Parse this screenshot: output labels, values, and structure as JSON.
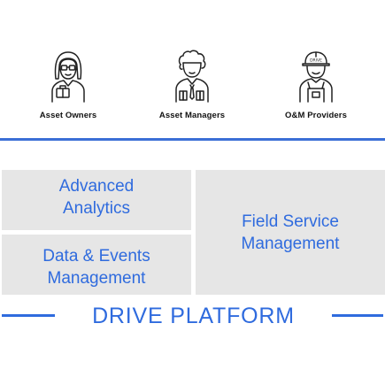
{
  "personas": [
    {
      "label": "Asset Owners",
      "icon": "asset-owner-person-icon"
    },
    {
      "label": "Asset Managers",
      "icon": "asset-manager-person-icon"
    },
    {
      "label": "O&M Providers",
      "icon": "hardhat-worker-icon"
    }
  ],
  "blocks": {
    "analytics": "Advanced\nAnalytics",
    "data_events": "Data & Events\nManagement",
    "field_service": "Field Service\nManagement"
  },
  "platform": {
    "title": "DRIVE PLATFORM"
  },
  "colors": {
    "accent": "#2f6bde",
    "block_bg": "#e6e6e6",
    "label_text": "#111111"
  }
}
